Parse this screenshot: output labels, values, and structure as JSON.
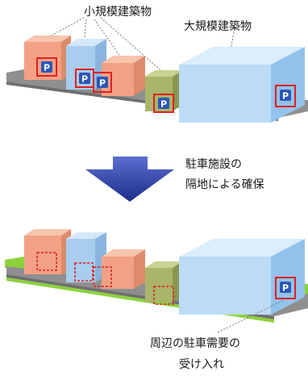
{
  "labels": {
    "small_buildings": "小規模建築物",
    "large_building": "大規模建築物",
    "arrow_line1": "駐車施設の",
    "arrow_line2": "隔地による確保",
    "bottom_line1": "周辺の駐車需要の",
    "bottom_line2": "受け入れ"
  },
  "parking_sign": "P",
  "colors": {
    "road": "#8f8f8f",
    "green_strip": "#8cd23c",
    "building_orange": "#f2a184",
    "building_blue": "#a8cdef",
    "building_olive": "#a9b56b",
    "building_large": "#bcdcf6",
    "highlight_red": "#e02020",
    "parking_blue": "#2b57b8",
    "arrow_blue": "#243a9f"
  }
}
